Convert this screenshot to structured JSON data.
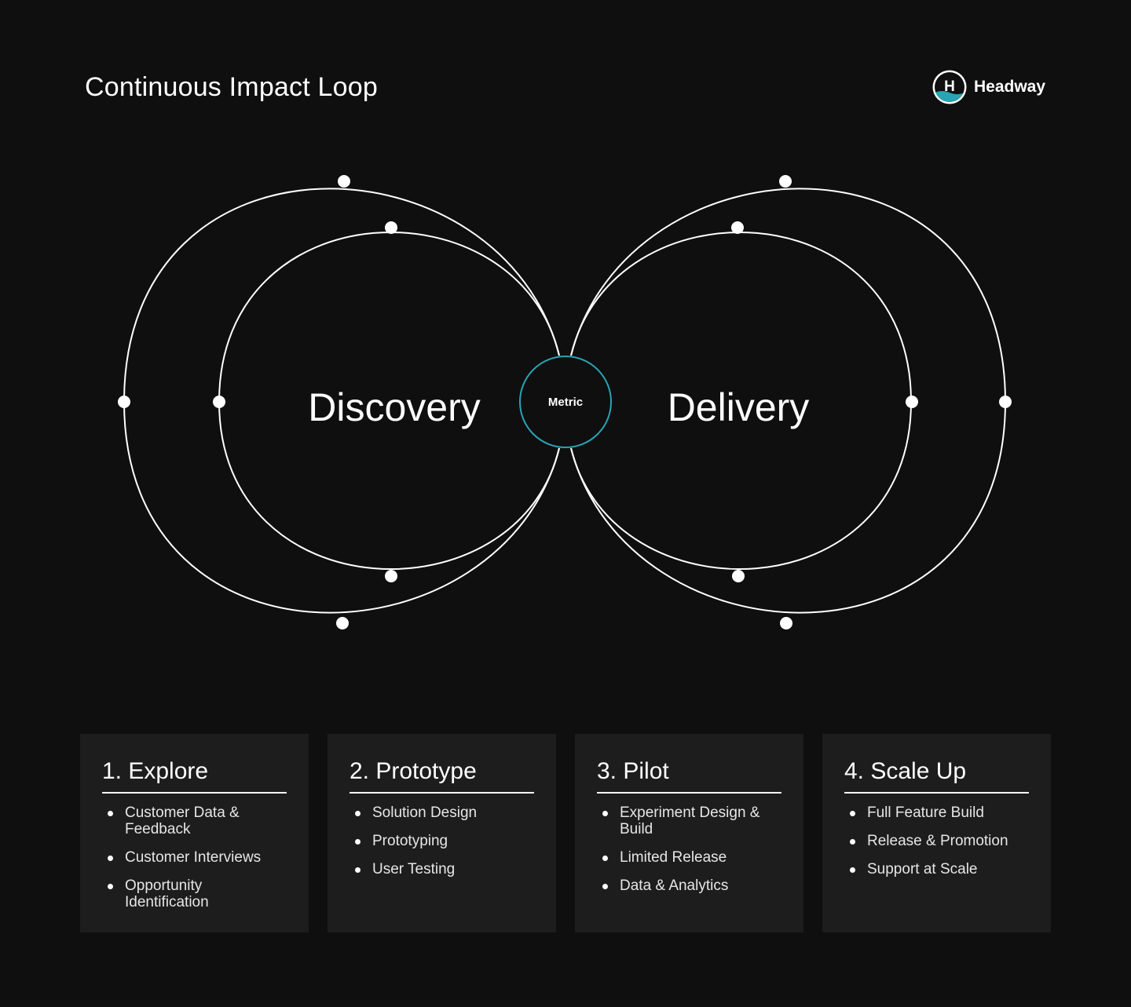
{
  "header": {
    "title": "Continuous Impact Loop",
    "brand_name": "Headway",
    "brand_logo_letter": "H",
    "brand_accent_color": "#2aa3b3"
  },
  "diagram": {
    "left_label": "Discovery",
    "right_label": "Delivery",
    "center_label": "Metric",
    "center_ring_color": "#2aa3b3",
    "line_color": "#ffffff"
  },
  "cards": [
    {
      "title": "1. Explore",
      "items": [
        "Customer Data & Feedback",
        "Customer Interviews",
        "Opportunity Identification"
      ]
    },
    {
      "title": "2. Prototype",
      "items": [
        "Solution Design",
        "Prototyping",
        "User Testing"
      ]
    },
    {
      "title": "3. Pilot",
      "items": [
        "Experiment Design & Build",
        "Limited Release",
        "Data & Analytics"
      ]
    },
    {
      "title": "4. Scale Up",
      "items": [
        "Full Feature Build",
        "Release & Promotion",
        "Support at Scale"
      ]
    }
  ]
}
